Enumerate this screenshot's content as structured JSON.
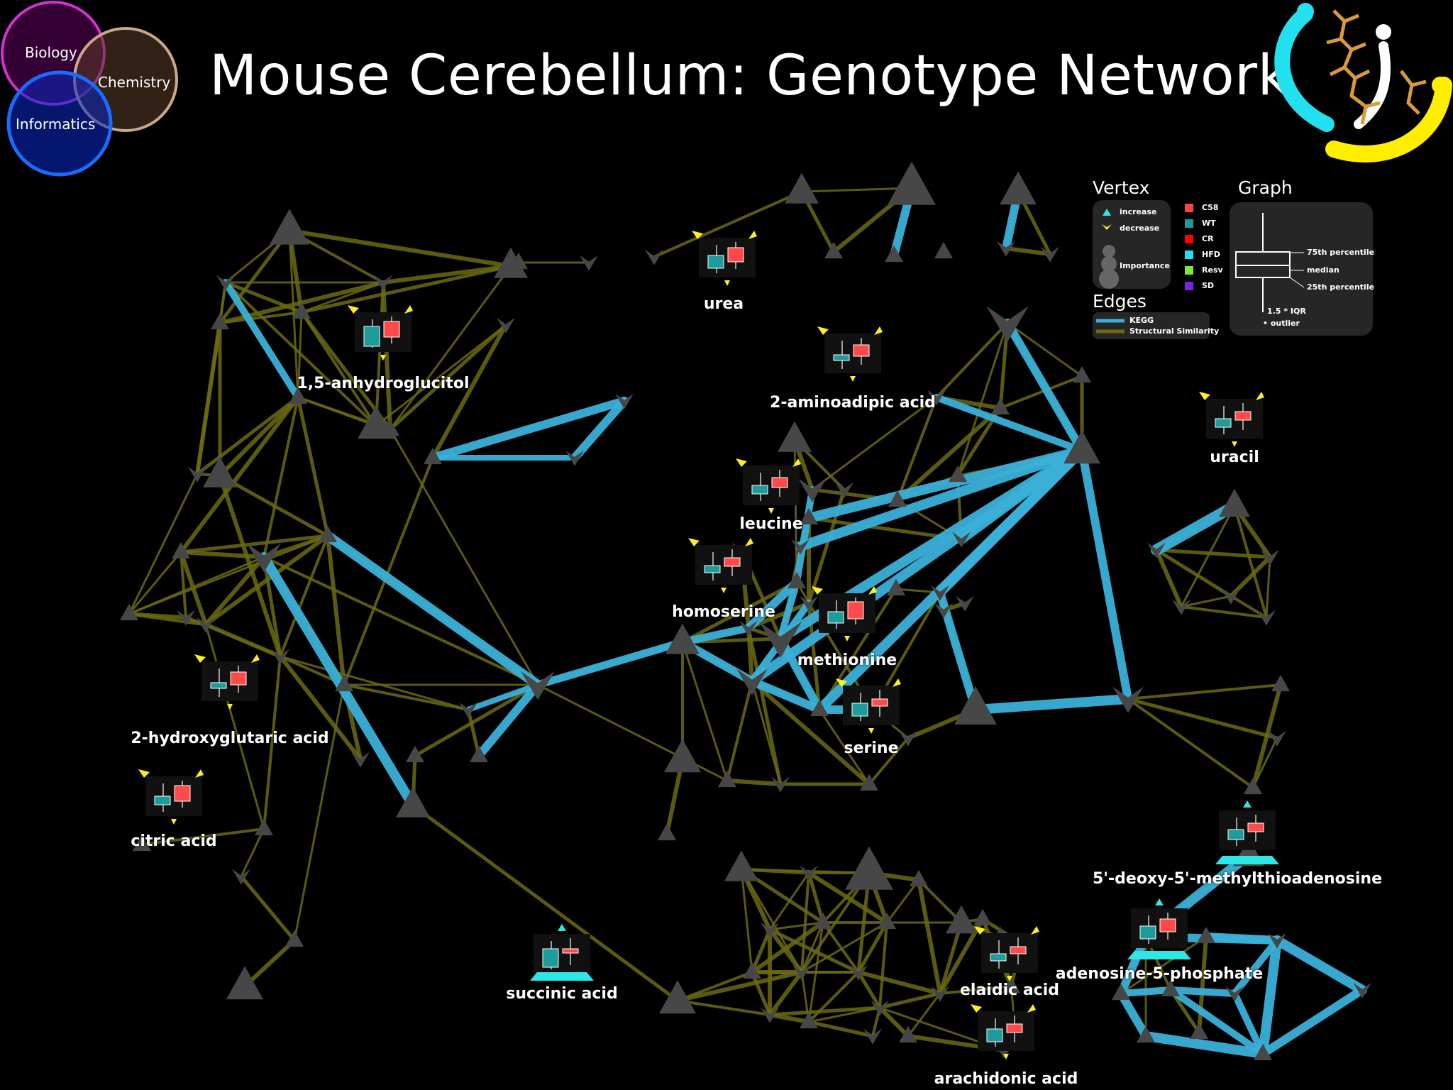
{
  "slide": {
    "title": "Mouse Cerebellum: Genotype Network",
    "venn": {
      "biology": "Biology",
      "chemistry": "Chemistry",
      "informatics": "Informatics"
    }
  },
  "legend": {
    "vertex_title": "Vertex",
    "increase": "increase",
    "decrease": "decrease",
    "importance": "Importance",
    "groups": [
      {
        "name": "C58",
        "color": "#ff4444"
      },
      {
        "name": "WT",
        "color": "#1e9b9b"
      },
      {
        "name": "CR",
        "color": "#ff0000"
      },
      {
        "name": "HFD",
        "color": "#22e0ee"
      },
      {
        "name": "Resv",
        "color": "#7ee83a"
      },
      {
        "name": "SD",
        "color": "#7a22e8"
      }
    ],
    "edges_title": "Edges",
    "kegg": "KEGG",
    "structural": "Structural Similarity",
    "graph_title": "Graph",
    "p75": "75th percentile",
    "median": "median",
    "p25": "25th percentile",
    "iqr": "1.5 * IQR",
    "outlier": "• outlier"
  },
  "nodes": {
    "urea": "urea",
    "anhydroglucitol": "1,5-anhydroglucitol",
    "aminoadipic": "2-aminoadipic acid",
    "uracil": "uracil",
    "leucine": "leucine",
    "homoserine": "homoserine",
    "methionine": "methionine",
    "hydroxyglutaric": "2-hydroxyglutaric acid",
    "serine": "serine",
    "citric": "citric acid",
    "mta": "5'-deoxy-5'-methylthioadenosine",
    "succinic": "succinic acid",
    "elaidic": "elaidic acid",
    "amp": "adenosine-5-phosphate",
    "arachidonic": "arachidonic acid"
  },
  "colors": {
    "structural_edge": "#6b6a12",
    "kegg_edge": "#3ab0d8",
    "wt_box": "#1e9b9b",
    "c58_box": "#ff4a4a",
    "vertex": "#474747",
    "increase_marker": "#2ee6e6",
    "decrease_marker": "#ffee22"
  }
}
